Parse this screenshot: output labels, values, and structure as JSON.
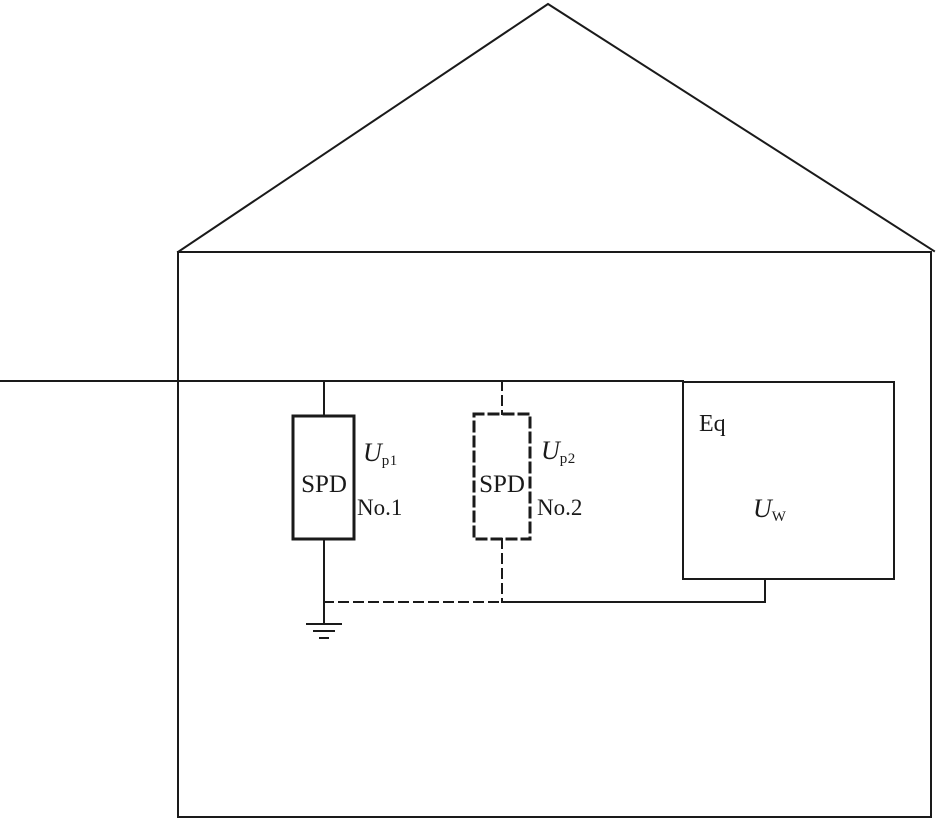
{
  "diagram": {
    "description": "Surge protective device installation diagram inside a building outline",
    "spd1": {
      "label": "SPD",
      "number": "No.1",
      "voltage_main": "U",
      "voltage_sub": "p1"
    },
    "spd2": {
      "label": "SPD",
      "number": "No.2",
      "voltage_main": "U",
      "voltage_sub": "p2"
    },
    "equipment": {
      "label": "Eq",
      "voltage_main": "U",
      "voltage_sub": "W"
    },
    "colors": {
      "line": "#1a1a1a",
      "background": "#ffffff"
    }
  }
}
